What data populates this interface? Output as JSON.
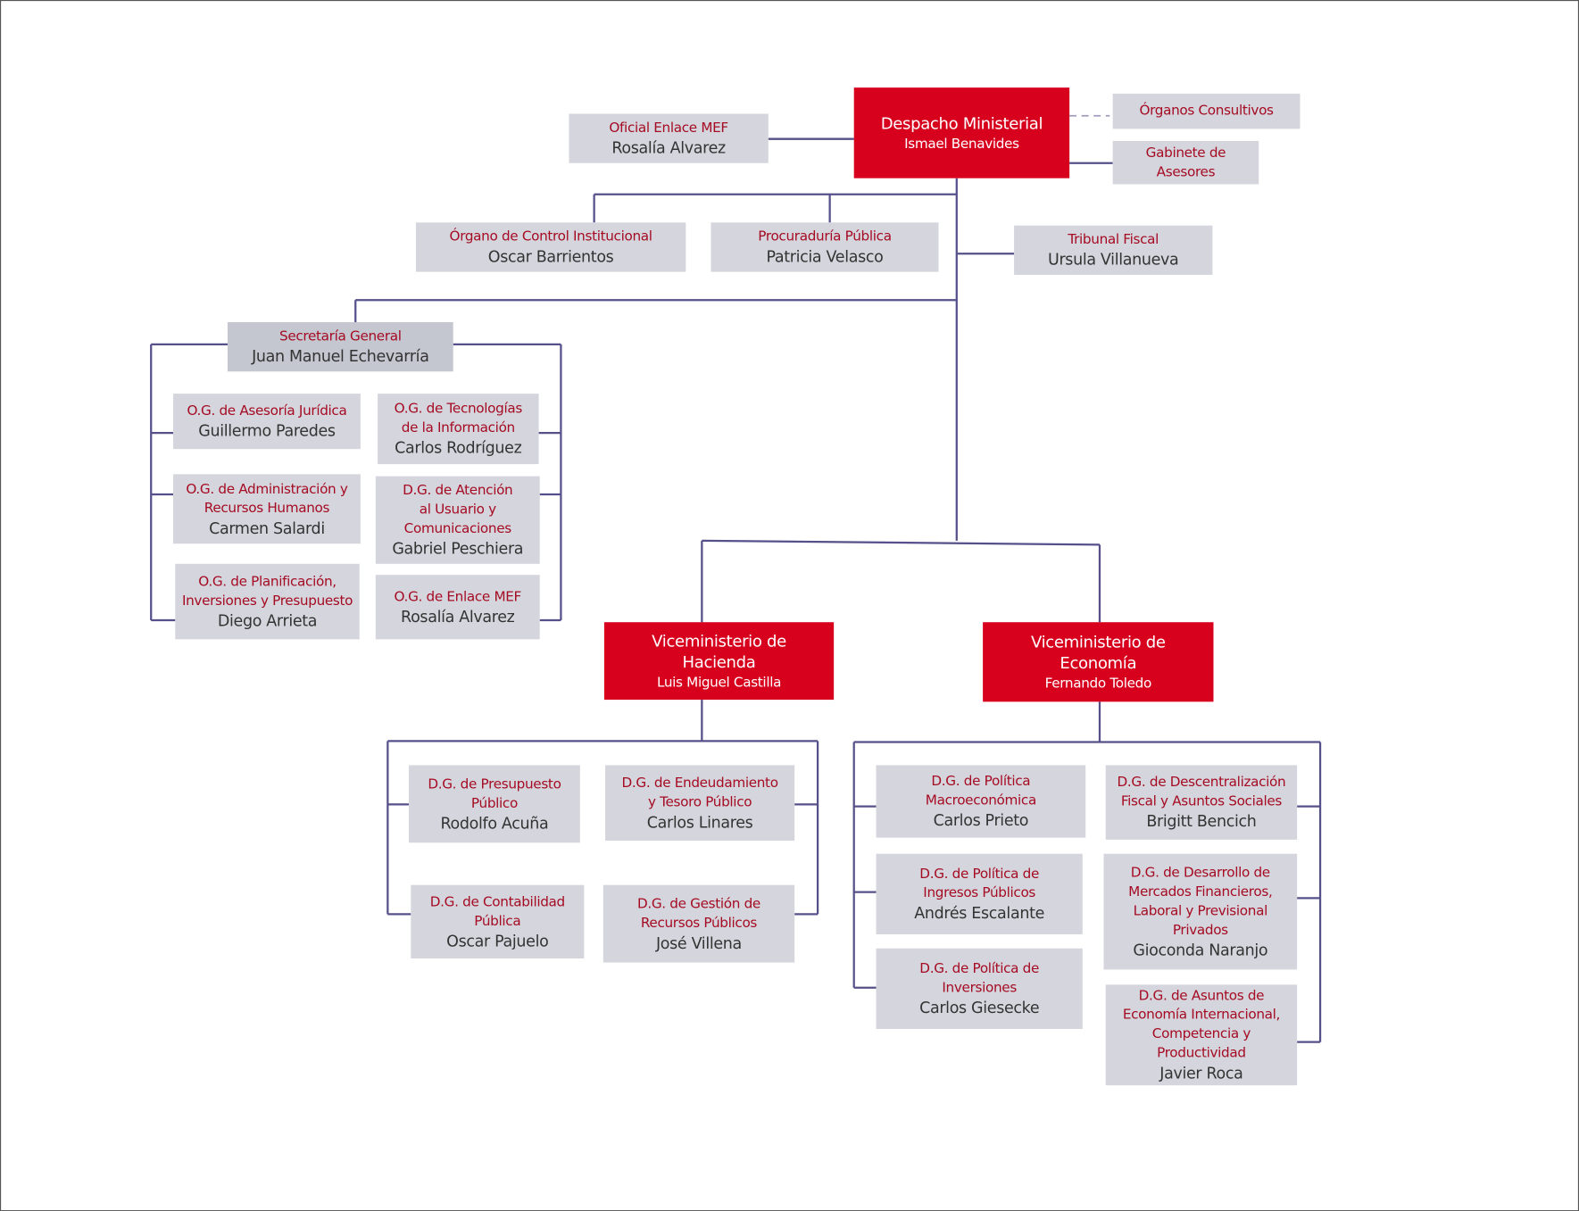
{
  "colors": {
    "primary_red": "#d7001d",
    "box_grey": "#d5d6dd",
    "line": "#55508a",
    "title_text": "#a50b23"
  },
  "nodes": {
    "despacho": {
      "title": "Despacho Ministerial",
      "name": "Ismael Benavides"
    },
    "organos": {
      "title": "Órganos Consultivos",
      "name": ""
    },
    "gabinete": {
      "title": "Gabinete de\nAsesores",
      "name": ""
    },
    "oficial": {
      "title": "Oficial Enlace MEF",
      "name": "Rosalía Alvarez"
    },
    "control": {
      "title": "Órgano de Control Institucional",
      "name": "Oscar Barrientos"
    },
    "procuraduria": {
      "title": "Procuraduría Pública",
      "name": "Patricia Velasco"
    },
    "tribunal": {
      "title": "Tribunal Fiscal",
      "name": "Ursula Villanueva"
    },
    "secretaria": {
      "title": "Secretaría General",
      "name": "Juan Manuel Echevarría"
    },
    "juridica": {
      "title": "O.G. de Asesoría Jurídica",
      "name": "Guillermo Paredes"
    },
    "admin": {
      "title": "O.G. de Administración y\nRecursos Humanos",
      "name": "Carmen Salardi"
    },
    "planificacion": {
      "title": "O.G. de Planificación,\nInversiones y Presupuesto",
      "name": "Diego Arrieta"
    },
    "tecnologias": {
      "title": "O.G. de Tecnologías\nde la Información",
      "name": "Carlos Rodríguez"
    },
    "atencion": {
      "title": "D.G. de Atención\nal Usuario y\nComunicaciones",
      "name": "Gabriel Peschiera"
    },
    "enlace": {
      "title": "O.G. de Enlace MEF",
      "name": "Rosalía Alvarez"
    },
    "hacienda": {
      "title": "Viceministerio de\nHacienda",
      "name": "Luis Miguel Castilla"
    },
    "economia": {
      "title": "Viceministerio de\nEconomía",
      "name": "Fernando Toledo"
    },
    "presupuesto": {
      "title": "D.G. de Presupuesto\nPúblico",
      "name": "Rodolfo Acuña"
    },
    "endeudamiento": {
      "title": "D.G. de Endeudamiento\ny Tesoro Público",
      "name": "Carlos Linares"
    },
    "contabilidad": {
      "title": "D.G. de Contabilidad\nPública",
      "name": "Oscar Pajuelo"
    },
    "gestion": {
      "title": "D.G. de Gestión de\nRecursos Públicos",
      "name": "José Villena"
    },
    "macro": {
      "title": "D.G. de Política\nMacroeconómica",
      "name": "Carlos Prieto"
    },
    "descentralizacion": {
      "title": "D.G. de Descentralización\nFiscal y Asuntos Sociales",
      "name": "Brigitt Bencich"
    },
    "ingresos": {
      "title": "D.G. de Política de\nIngresos Públicos",
      "name": "Andrés Escalante"
    },
    "desarrollo": {
      "title": "D.G. de Desarrollo de\nMercados Financieros,\nLaboral y Previsional\nPrivados",
      "name": "Gioconda Naranjo"
    },
    "inversiones": {
      "title": "D.G. de Política de\nInversiones",
      "name": "Carlos Giesecke"
    },
    "asuntos": {
      "title": "D.G. de Asuntos de\nEconomía Internacional,\nCompetencia y Productividad",
      "name": "Javier Roca"
    }
  }
}
